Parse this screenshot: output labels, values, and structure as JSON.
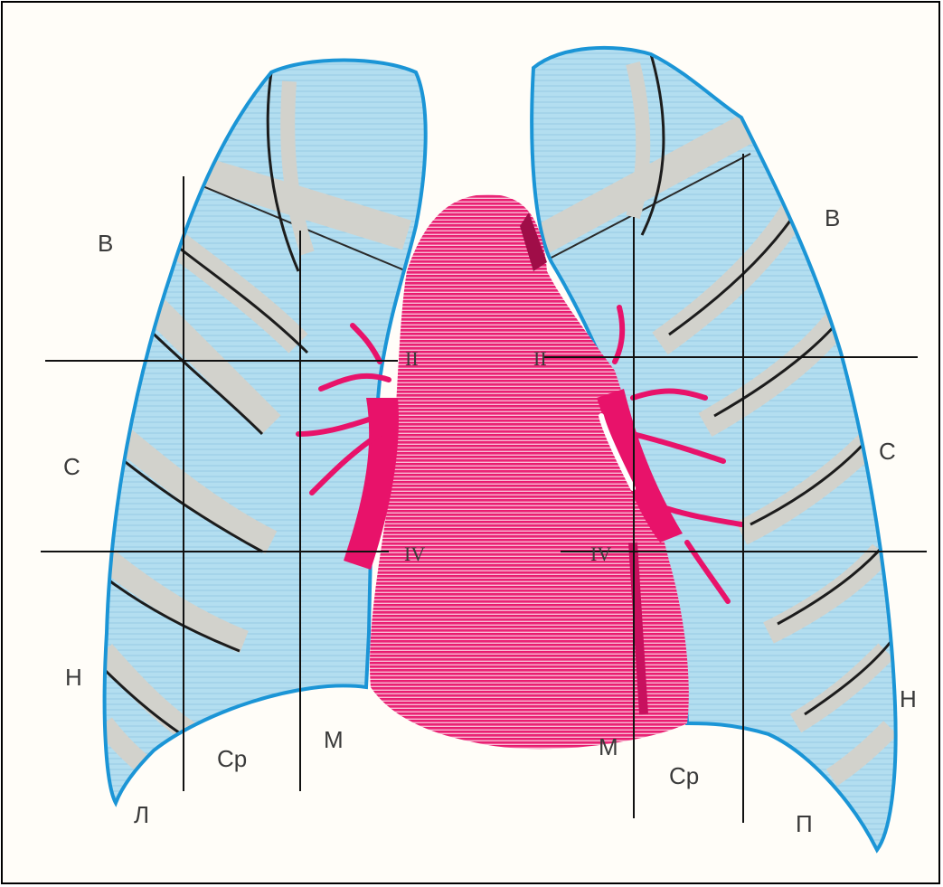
{
  "colors": {
    "lung_fill": "#a9d8ec",
    "lung_outline": "#1b95d6",
    "rib": "#d2d2cc",
    "heart": "#e8126a",
    "line": "#111111"
  },
  "labels": {
    "upper_left": "В",
    "upper_right": "В",
    "middle_left": "С",
    "middle_right": "С",
    "lower_left": "Н",
    "lower_right": "Н",
    "core_left": "М",
    "core_right": "М",
    "mid_left": "Ср",
    "mid_right": "Ср",
    "side_left": "Л",
    "side_right": "П",
    "rib2_left": "II",
    "rib2_right": "II",
    "rib4_left": "IV",
    "rib4_right": "IV"
  }
}
